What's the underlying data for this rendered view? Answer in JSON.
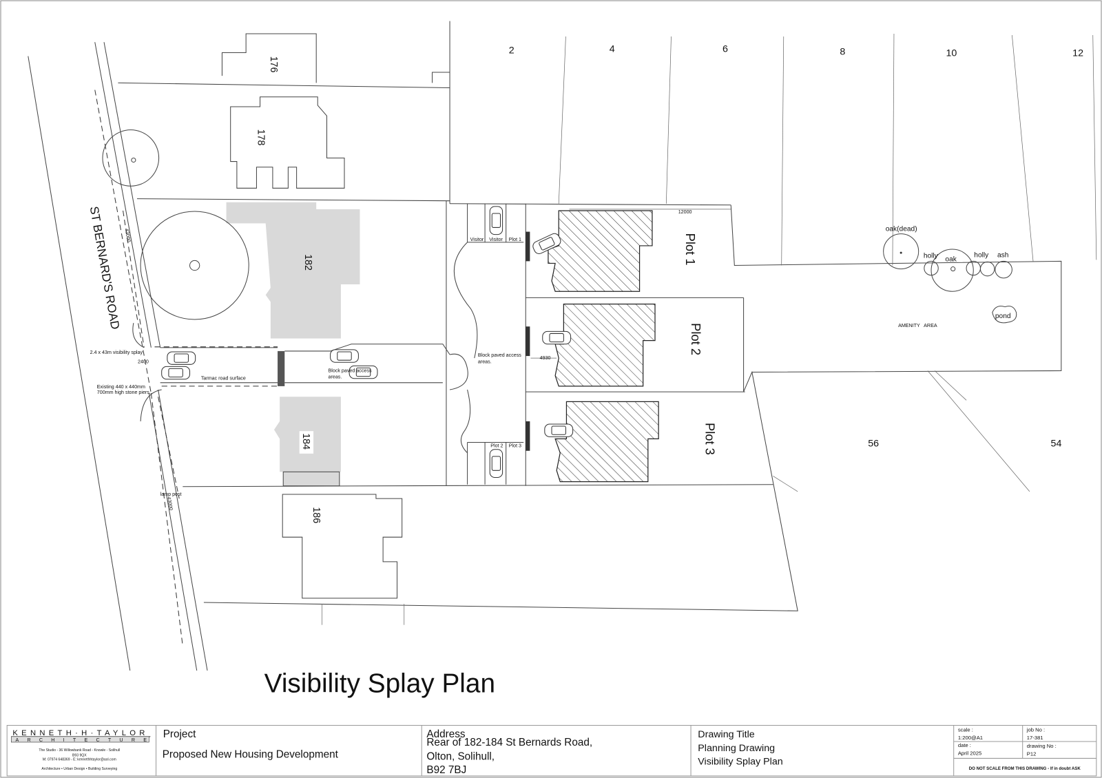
{
  "drawing": {
    "road_name": "ST BERNARD'S ROAD",
    "plot_numbers": {
      "n176": "176",
      "n178": "178",
      "n182": "182",
      "n184": "184",
      "n186": "186",
      "n2": "2",
      "n4": "4",
      "n6": "6",
      "n8": "8",
      "n10": "10",
      "n12": "12",
      "n56": "56",
      "n54": "54"
    },
    "plots": [
      "Plot 1",
      "Plot 2",
      "Plot 3"
    ],
    "labels": {
      "visibility_splay": "2.4 x 43m visibility splay",
      "dim_2400": "2400",
      "dim_43000_top": "43000",
      "dim_43000_bottom": "43000",
      "dim_12000": "12000",
      "dim_4930": "4930",
      "stone_piers_1": "Existing 440 x 440mm",
      "stone_piers_2": "700mm high stone piers.",
      "tarmac": "Tarmac road surface",
      "block_paved_1a": "Block paved access",
      "block_paved_1b": "areas.",
      "block_paved_2a": "Block paved access",
      "block_paved_2b": "areas.",
      "lamp_post": "lamp post",
      "visitor_1": "Visitor",
      "visitor_2": "Visitor",
      "parking_plot1": "Plot 1",
      "parking_plot2": "Plot 2",
      "parking_plot3": "Plot 3",
      "oak_dead": "oak(dead)",
      "holly_1": "holly",
      "oak": "oak",
      "holly_2": "holly",
      "ash": "ash",
      "pond": "pond",
      "amenity": "AMENITY   AREA"
    },
    "title": "Visibility Splay Plan"
  },
  "title_block": {
    "logo_line1": "KENNETH·H·TAYLOR",
    "logo_line2": "ARCHITECTURE",
    "address_line1": "The Studio - 36 Willowbank Road - Knowle - Solihull",
    "address_line2": "B93 9QX",
    "contact": "M: 07974 648369 - E: kennethhtaylor@aol.com",
    "services": "Architecture • Urban Design • Building Surveying",
    "project_label": "Project",
    "project_value": "Proposed New Housing Development",
    "address_label": "Address",
    "address_value_1": "Rear of 182-184 St Bernards Road,",
    "address_value_2": "Olton, Solihull,",
    "address_value_3": "B92 7BJ",
    "drawing_title_label": "Drawing Title",
    "drawing_title_1": "Planning Drawing",
    "drawing_title_2": "Visibility Splay Plan",
    "scale_label": "scale :",
    "scale_value": "1:200@A1",
    "job_label": "job No :",
    "job_value": "17-381",
    "date_label": "date :",
    "date_value": "April 2025",
    "drawing_no_label": "drawing No :",
    "drawing_no_value": "P12",
    "warning": "DO NOT SCALE FROM THIS DRAWING - If in doubt ASK"
  }
}
